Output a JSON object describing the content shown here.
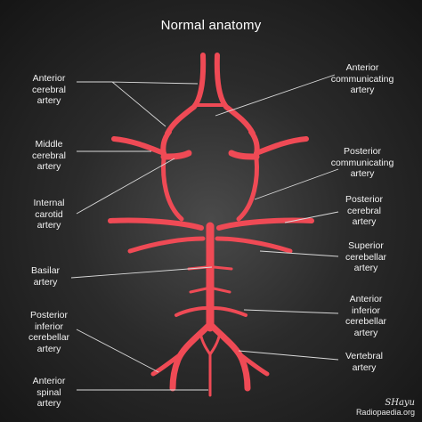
{
  "title": "Normal anatomy",
  "colors": {
    "artery": "#ef4a55",
    "leader": "#d9d9d9",
    "text": "#f2f2f2",
    "background": "#1f1f1f"
  },
  "labels_left": [
    {
      "id": "anterior-cerebral-artery",
      "text": "Anterior\ncerebral\nartery"
    },
    {
      "id": "middle-cerebral-artery",
      "text": "Middle\ncerebral\nartery"
    },
    {
      "id": "internal-carotid-artery",
      "text": "Internal\ncarotid\nartery"
    },
    {
      "id": "basilar-artery",
      "text": "Basilar\nartery"
    },
    {
      "id": "posterior-inferior-cerebellar-artery",
      "text": "Posterior\ninferior\ncerebellar\nartery"
    },
    {
      "id": "anterior-spinal-artery",
      "text": "Anterior\nspinal\nartery"
    }
  ],
  "labels_right": [
    {
      "id": "anterior-communicating-artery",
      "text": "Anterior\ncommunicating\nartery"
    },
    {
      "id": "posterior-communicating-artery",
      "text": "Posterior\ncommunicating\nartery"
    },
    {
      "id": "posterior-cerebral-artery",
      "text": "Posterior\ncerebral\nartery"
    },
    {
      "id": "superior-cerebellar-artery",
      "text": "Superior\ncerebellar\nartery"
    },
    {
      "id": "anterior-inferior-cerebellar-artery",
      "text": "Anterior\ninferior\ncerebellar\nartery"
    },
    {
      "id": "vertebral-artery",
      "text": "Vertebral\nartery"
    }
  ],
  "watermark": {
    "signature": "SHayu",
    "site": "Radiopaedia.org"
  }
}
